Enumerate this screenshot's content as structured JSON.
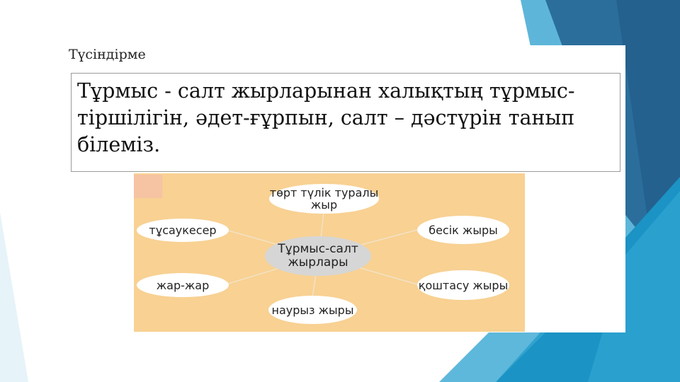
{
  "slide": {
    "heading": "Түсіндірме",
    "explanation": "Тұрмыс - салт жырларынан халықтың тұрмыс-тіршілігін, әдет-ғұрпын, салт – дәстүрін танып білеміз."
  },
  "diagram": {
    "center": "Тұрмыс-салт жырлары",
    "nodes": {
      "top": "төрт түлік туралы жыр",
      "left_top": "тұсаукесер",
      "right_top": "бесік жыры",
      "left_bottom": "жар-жар",
      "right_bottom": "қоштасу жыры",
      "bottom": "наурыз жыры"
    }
  },
  "colors": {
    "diagram_bg": "#f8d193",
    "center_node": "#d6d6d6",
    "accent_dark": "#24618f",
    "accent_light": "#1b93c4"
  }
}
